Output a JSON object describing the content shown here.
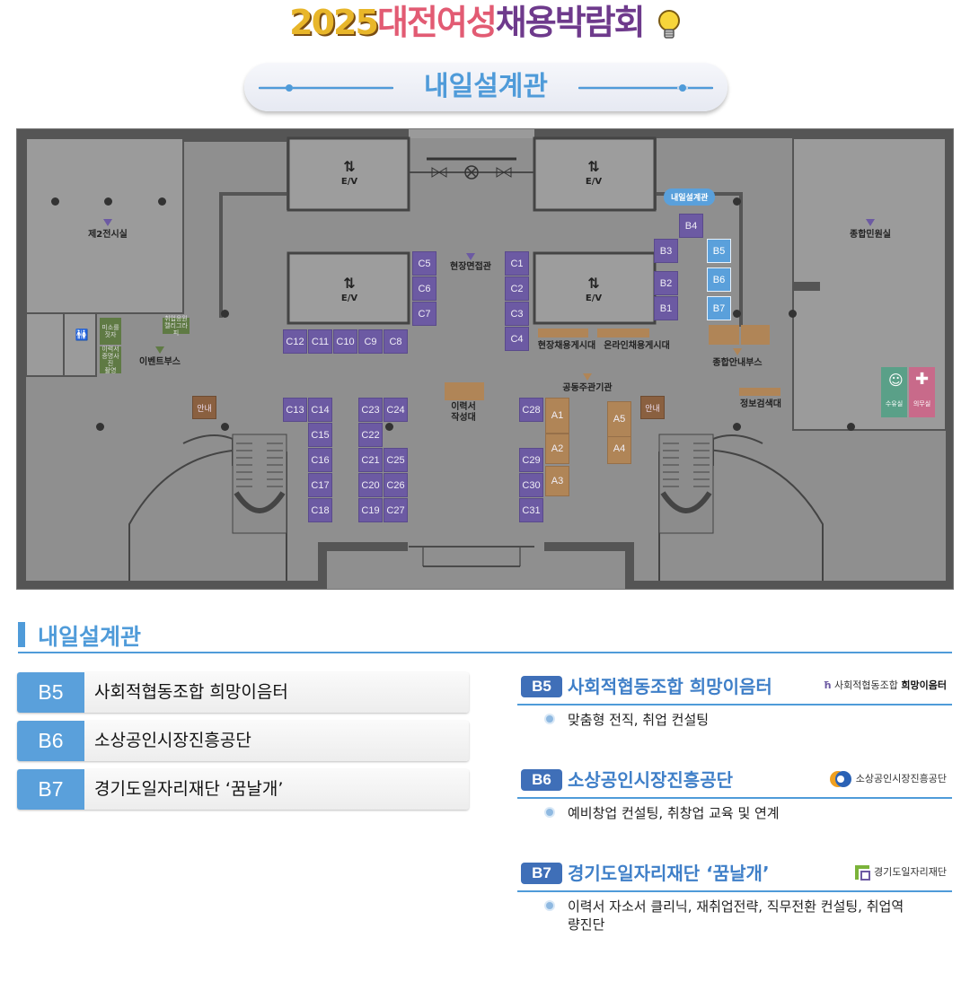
{
  "header": {
    "title_year": "2025",
    "title_part1": "대전",
    "title_part2": "여성",
    "title_part3": "채용박람회",
    "hall_name": "내일설계관"
  },
  "map": {
    "rooms": {
      "exhibit2": "제2전시실",
      "civil": "종합민원실",
      "interview": "현장면접관",
      "event_booth": "이벤트부스",
      "info_booth": "종합안내부스",
      "co_host": "공동주관기관",
      "info_search": "정보검색대",
      "resume": "이력서\n작성대",
      "onsite_board": "현장채용게시대",
      "online_board": "온라인채용게시대",
      "hall_tag": "내일설계관",
      "guide": "안내",
      "ev": "E/V",
      "nursing": "수유실",
      "medical": "의무실",
      "small_a": "미소를\n짓자",
      "small_b": "이력서\n증명사진\n촬영",
      "small_c": "취업응원\n캘리그라피"
    },
    "booths_purple": [
      "B1",
      "B2",
      "B3",
      "B4",
      "C1",
      "C2",
      "C3",
      "C4",
      "C5",
      "C6",
      "C7",
      "C8",
      "C9",
      "C10",
      "C11",
      "C12",
      "C13",
      "C14",
      "C15",
      "C16",
      "C17",
      "C18",
      "C19",
      "C20",
      "C21",
      "C22",
      "C23",
      "C24",
      "C25",
      "C26",
      "C27",
      "C28",
      "C29",
      "C30",
      "C31"
    ],
    "booths_highlight": [
      "B5",
      "B6",
      "B7"
    ],
    "booths_orange": [
      "A1",
      "A2",
      "A3",
      "A4",
      "A5"
    ]
  },
  "section": {
    "title": "내일설계관"
  },
  "list": [
    {
      "code": "B5",
      "name": "사회적협동조합 희망이음터"
    },
    {
      "code": "B6",
      "name": "소상공인시장진흥공단"
    },
    {
      "code": "B7",
      "name": "경기도일자리재단 ‘꿈날개’"
    }
  ],
  "details": [
    {
      "code": "B5",
      "name": "사회적협동조합 희망이음터",
      "logo_text": "사회적협동조합",
      "logo_bold": "희망이음터",
      "desc": "맞춤형 전직, 취업 컨설팅"
    },
    {
      "code": "B6",
      "name": "소상공인시장진흥공단",
      "logo_text": "소상공인시장진흥공단",
      "logo_bold": "",
      "desc": "예비창업 컨설팅, 취창업 교육 및 연계"
    },
    {
      "code": "B7",
      "name": "경기도일자리재단 ‘꿈날개’",
      "logo_text": "경기도일자리재단",
      "logo_bold": "",
      "desc": "이력서 자소서 클리닉, 재취업전략, 직무전환 컨설팅, 취업역량진단"
    }
  ],
  "colors": {
    "accent": "#4f9bd9",
    "booth_purple": "#6c5aa3",
    "booth_orange": "#b08557",
    "map_floor": "#8f8f8f"
  }
}
